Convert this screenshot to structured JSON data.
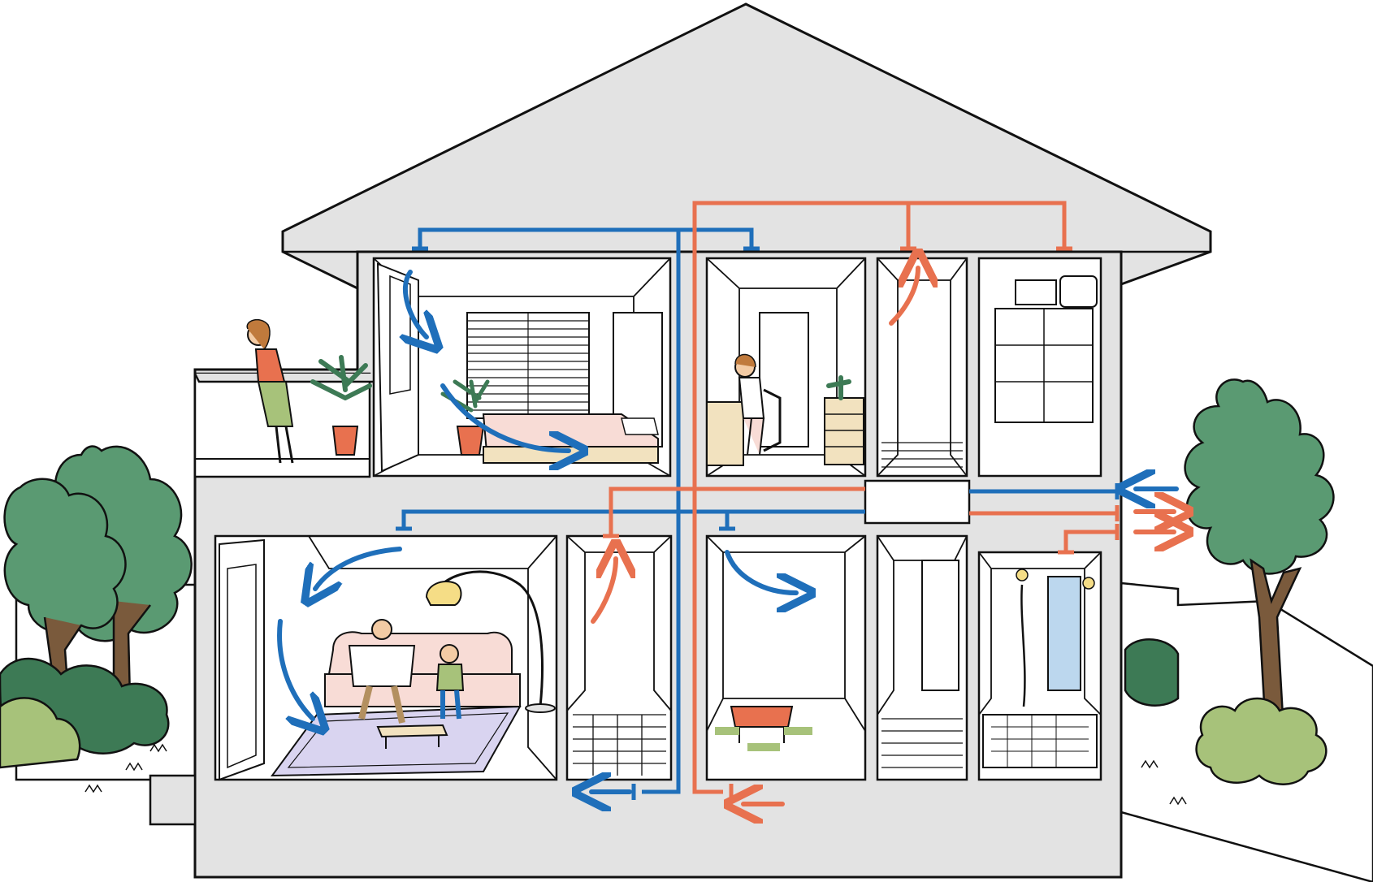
{
  "diagram": {
    "kind": "house-cross-section-ventilation",
    "labels": [],
    "colors": {
      "supply_air": "#1f6fba",
      "exhaust_air": "#e8714f",
      "wall": "#e3e3e3",
      "outline": "#111111",
      "tree": "#5a9a72",
      "tree_dark": "#3d7a55",
      "shrub_light": "#a7c27a",
      "trunk": "#7a5a3c",
      "floor_wood": "#ffffff"
    },
    "flows": [
      {
        "name": "outdoor-air-intake",
        "color": "supply_air"
      },
      {
        "name": "exhaust-out",
        "color": "exhaust_air"
      },
      {
        "name": "floor-supply-out",
        "color": "supply_air"
      },
      {
        "name": "floor-exhaust-in",
        "color": "exhaust_air"
      }
    ],
    "icons": [
      "ventilation-unit-icon",
      "supply-arrow-icon",
      "exhaust-arrow-icon",
      "tree-icon",
      "person-icon",
      "potted-plant-icon",
      "sofa-icon",
      "floor-lamp-icon",
      "bed-icon",
      "desk-icon",
      "bathtub-icon"
    ]
  }
}
